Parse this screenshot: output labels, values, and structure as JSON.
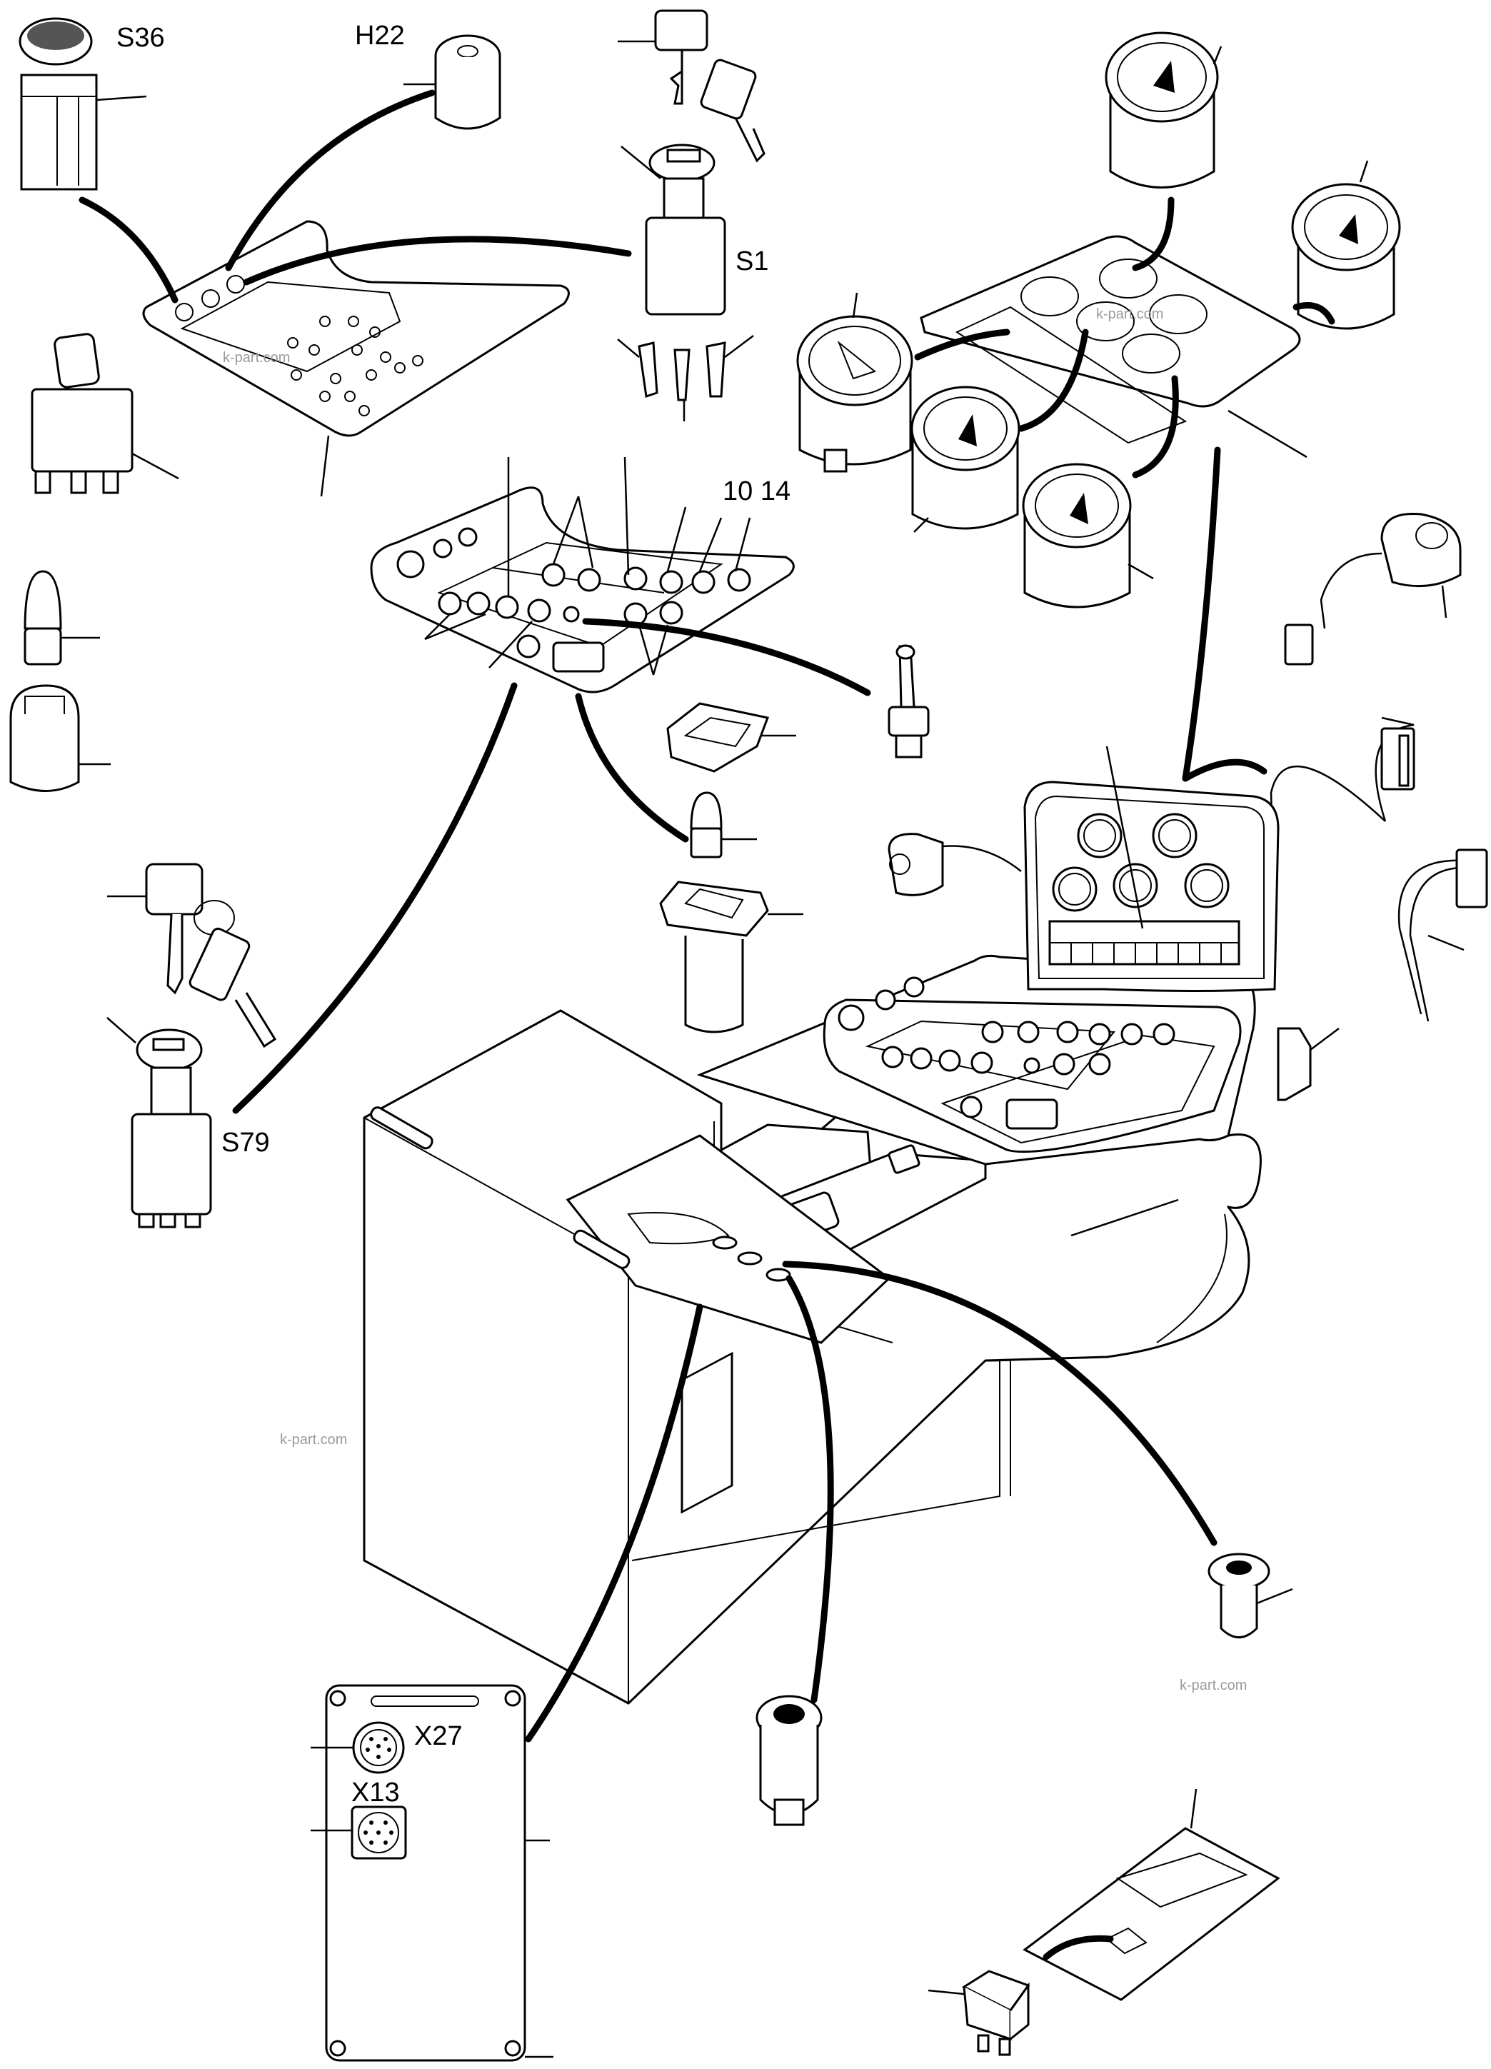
{
  "labels": {
    "s36": "S36",
    "h22": "H22",
    "s1": "S1",
    "n10_14": "10 14",
    "s79": "S79",
    "x27": "X27",
    "x13": "X13"
  },
  "watermarks": [
    "k-part.com",
    "k-part.com",
    "k-part.com",
    "k-part.com"
  ]
}
